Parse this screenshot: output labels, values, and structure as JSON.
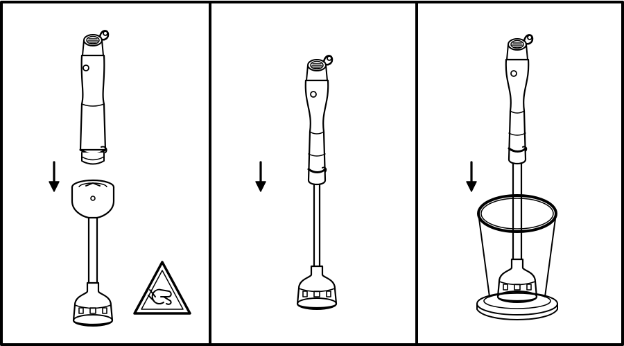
{
  "figure": {
    "panel_count": 3,
    "panels": [
      {
        "step": 1,
        "arrow_direction": "down",
        "parts_shown": [
          "motor-unit",
          "blending-shaft"
        ],
        "warning_symbol": "hand-blade-warning"
      },
      {
        "step": 2,
        "arrow_direction": "down",
        "parts_shown": [
          "assembled-blender"
        ]
      },
      {
        "step": 3,
        "arrow_direction": "down",
        "parts_shown": [
          "assembled-blender",
          "measuring-beaker"
        ]
      }
    ],
    "colors": {
      "ink": "#000000",
      "paper": "#ffffff"
    }
  }
}
